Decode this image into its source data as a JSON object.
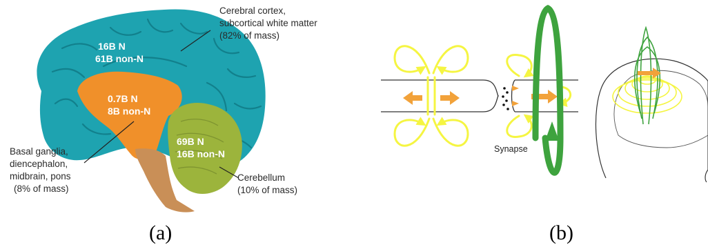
{
  "panel_a": {
    "caption": "(a)",
    "cortex": {
      "label_line1": "Cerebral cortex,",
      "label_line2": "subcortical white matter",
      "label_line3": "(82% of mass)",
      "count_neurons": "16B N",
      "count_non_neurons": "61B non-N"
    },
    "basal": {
      "count_neurons": "0.7B N",
      "count_non_neurons": "8B non-N",
      "label_line1": "Basal ganglia,",
      "label_line2": "diencephalon,",
      "label_line3": "midbrain, pons",
      "label_line4": "(8% of mass)"
    },
    "cerebellum": {
      "count_neurons": "69B N",
      "count_non_neurons": "16B non-N",
      "label_line1": "Cerebellum",
      "label_line2": "(10% of mass)"
    },
    "colors": {
      "cortex": "#1ea3b0",
      "cortex_dark": "#12808c",
      "basal": "#f0902a",
      "cerebellum": "#9cb43c",
      "brainstem": "#c98f57"
    }
  },
  "panel_b": {
    "caption": "(b)",
    "synapse_label": "Synapse",
    "colors": {
      "electric_field": "#f5f542",
      "current": "#f2a23a",
      "magnetic_field": "#3ea33e"
    }
  }
}
